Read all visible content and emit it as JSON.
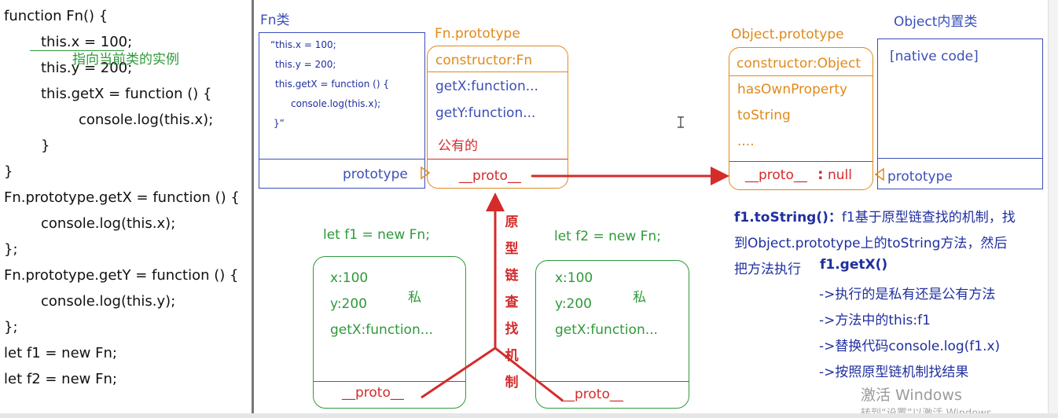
{
  "code_lines": [
    "function Fn() {",
    "this.x = 100;",
    "this.y = 200;",
    "this.getX = function () {",
    "console.log(this.x);",
    "}",
    "}",
    "Fn.prototype.getX = function () {",
    "console.log(this.x);",
    "};",
    "Fn.prototype.getY = function () {",
    "console.log(this.y);",
    "};",
    "let f1 = new Fn;",
    "let f2 = new Fn;"
  ],
  "code_annotation": "指向当前类的实例",
  "fn_class": {
    "title": "Fn类",
    "body": [
      "“this.x = 100;",
      "this.y = 200;",
      "this.getX = function () {",
      "console.log(this.x);",
      "}”"
    ],
    "prototype_label": "prototype"
  },
  "fn_prototype": {
    "title": "Fn.prototype",
    "constructor": "constructor:Fn",
    "methods": [
      "getX:function...",
      "getY:function..."
    ],
    "public_label": "公有的",
    "proto_label": "__proto__"
  },
  "object_prototype": {
    "title": "Object.prototype",
    "constructor": "constructor:Object",
    "methods": [
      "hasOwnProperty",
      "toString",
      "...."
    ],
    "proto_label": "__proto__",
    "proto_colon": ":",
    "proto_null": "null"
  },
  "object_class": {
    "title": "Object内置类",
    "body": "[native code]",
    "prototype_label": "prototype"
  },
  "chain_label": [
    "原",
    "型",
    "链",
    "查",
    "找",
    "机",
    "制"
  ],
  "instances": [
    {
      "decl": "let f1 = new Fn;",
      "props": [
        "x:100",
        "y:200",
        "getX:function..."
      ],
      "private_label": "私",
      "proto_label": "__proto__"
    },
    {
      "decl": "let f2 = new Fn;",
      "props": [
        "x:100",
        "y:200",
        "getX:function..."
      ],
      "private_label": "私",
      "proto_label": "__proto__"
    }
  ],
  "notes": {
    "line1_bold": "f1.toString()：",
    "line1_rest": "f1基于原型链查找的机制，找",
    "line2": "到Object.prototype上的toString方法，然后",
    "line3": "把方法执行",
    "getx_bold": "f1.getX()",
    "steps": [
      "->执行的是私有还是公有方法",
      "->方法中的this:f1",
      "->替换代码console.log(f1.x)",
      "->按照原型链机制找结果"
    ]
  },
  "watermark": {
    "line1": "激活 Windows",
    "line2": "转到“设置”以激活 Windows。"
  },
  "colors": {
    "blue": "#3b4fb8",
    "orange": "#e08a1a",
    "green": "#2e9a3a",
    "red": "#d42b2b"
  }
}
